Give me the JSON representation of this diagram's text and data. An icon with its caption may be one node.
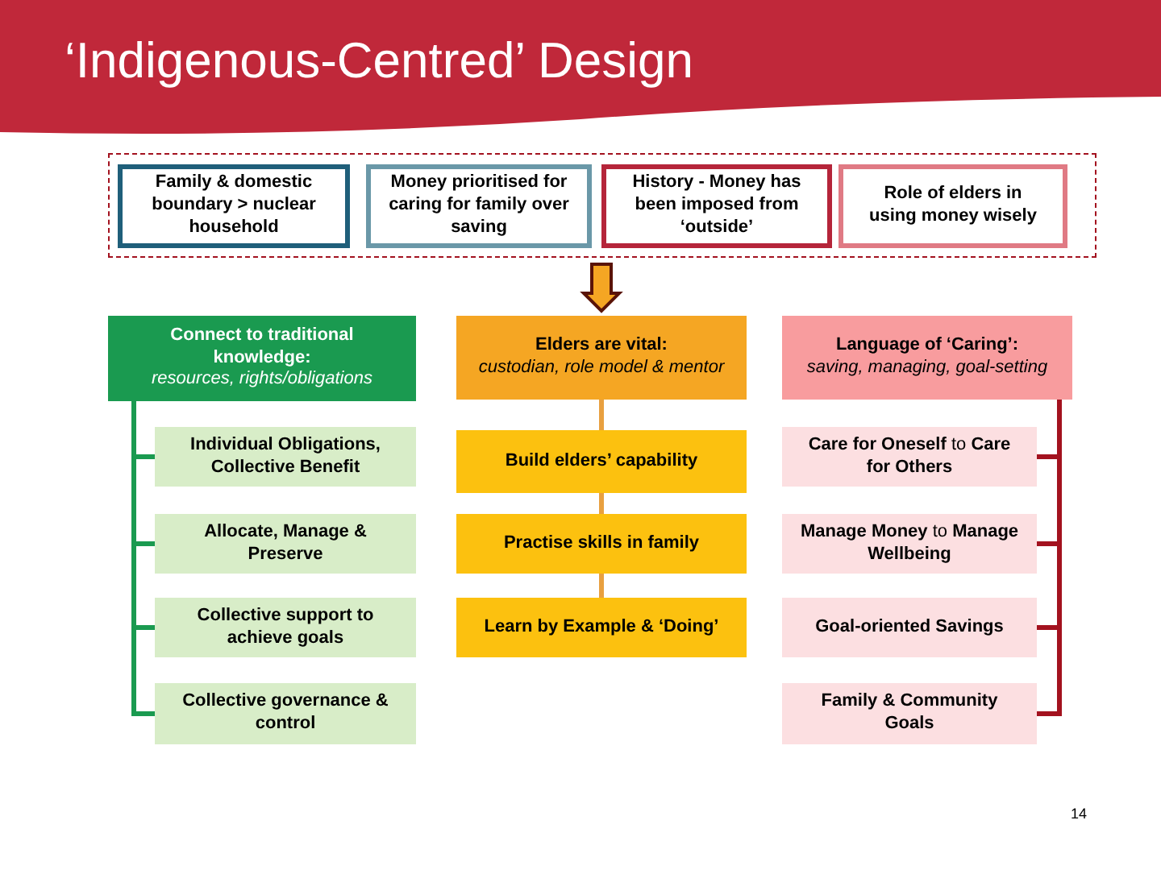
{
  "diagram": {
    "title": "‘Indigenous-Centred’ Design",
    "nodes": [
      {
        "text": [],
        "shape": "box"
      },
      {
        "text": [
          "Family & domestic boundary > nuclear household"
        ],
        "in": 0
      },
      {
        "text": [
          "Money prioritised for caring for family over saving"
        ],
        "in": 0
      },
      {
        "text": [
          "History - Money has been imposed from ‘outside’"
        ],
        "in": 0
      },
      {
        "text": [
          "Role of elders in using money wisely"
        ],
        "in": 0
      },
      {
        "text": [
          "Connect to traditional knowledge:",
          "resources, rights/obligations"
        ]
      },
      {
        "text": [
          "Elders are vital:",
          "custodian, role model & mentor"
        ]
      },
      {
        "text": [
          "Language of ‘Caring’:",
          "saving, managing, goal-setting"
        ]
      },
      {
        "text": [
          "Individual Obligations, Collective Benefit"
        ]
      },
      {
        "text": [
          "Build elders’ capability"
        ]
      },
      {
        "text": [
          "**Care for Oneself** to **Care for Others**"
        ]
      },
      {
        "text": [
          "Allocate, Manage & Preserve"
        ]
      },
      {
        "text": [
          "Practise skills in family"
        ]
      },
      {
        "text": [
          "**Manage Money** to **Manage Wellbeing**"
        ]
      },
      {
        "text": [
          "Collective support to achieve goals"
        ]
      },
      {
        "text": [
          "Learn by Example & ‘Doing’"
        ]
      },
      {
        "text": [
          "Goal-oriented Savings"
        ]
      },
      {
        "text": [
          "Collective governance & control"
        ]
      },
      {
        "text": [
          "Family & Community Goals"
        ]
      }
    ],
    "edges": [
      {
        "from": 0,
        "to": 6,
        "arrow": "to",
        "style": "thick",
        "color": "#f5a623"
      },
      {
        "from": 5,
        "to": 8,
        "arrow": "none",
        "color": "#1a9a50"
      },
      {
        "from": 5,
        "to": 11,
        "arrow": "none",
        "color": "#1a9a50"
      },
      {
        "from": 5,
        "to": 14,
        "arrow": "none",
        "color": "#1a9a50"
      },
      {
        "from": 5,
        "to": 17,
        "arrow": "none",
        "color": "#1a9a50"
      },
      {
        "from": 6,
        "to": 9,
        "arrow": "none",
        "color": "#e8a040"
      },
      {
        "from": 9,
        "to": 12,
        "arrow": "none",
        "color": "#e8a040"
      },
      {
        "from": 12,
        "to": 15,
        "arrow": "none",
        "color": "#e8a040"
      },
      {
        "from": 7,
        "to": 10,
        "arrow": "none",
        "color": "#a3121f"
      },
      {
        "from": 7,
        "to": 13,
        "arrow": "none",
        "color": "#a3121f"
      },
      {
        "from": 7,
        "to": 16,
        "arrow": "none",
        "color": "#a3121f"
      },
      {
        "from": 7,
        "to": 18,
        "arrow": "none",
        "color": "#a3121f"
      }
    ],
    "labels": [
      "14"
    ]
  }
}
